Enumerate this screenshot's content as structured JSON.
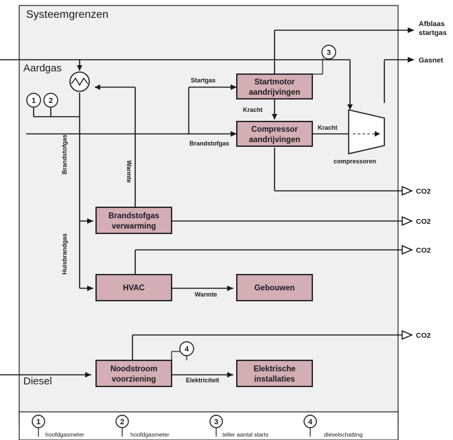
{
  "title": "Systeemgrenzen",
  "inputs": {
    "aardgas": "Aardgas",
    "diesel": "Diesel"
  },
  "outputs": {
    "afblaas_line1": "Afblaas",
    "afblaas_line2": "startgas",
    "gasnet": "Gasnet",
    "co2": [
      "CO2",
      "CO2",
      "CO2",
      "CO2"
    ]
  },
  "boxes": {
    "startmotor": [
      "Startmotor",
      "aandrijvingen"
    ],
    "compressor": [
      "Compressor",
      "aandrijvingen"
    ],
    "brandstofgas_verwarming": [
      "Brandstofgas",
      "verwarming"
    ],
    "hvac": [
      "HVAC"
    ],
    "gebouwen": [
      "Gebouwen"
    ],
    "noodstroom": [
      "Noodstroom",
      "voorziening"
    ],
    "elektrische": [
      "Elektrische",
      "installaties"
    ]
  },
  "flow_labels": {
    "startgas": "Startgas",
    "brandstofgas": "Brandstofgas",
    "kracht_vertical": "Kracht",
    "kracht_horizontal": "Kracht",
    "compressoren": "compressoren",
    "warmte_vertical": "Warmte",
    "brandstofgas_vertical": "Brandstofgas",
    "huisbrandgas_vertical": "Huisbrandgas",
    "warmte_horizontal": "Warmte",
    "elektriciteit": "Elektriciteit"
  },
  "meters": {
    "m1": "1",
    "m2": "2",
    "m3": "3",
    "m4": "4"
  },
  "legend": [
    {
      "num": "1",
      "text": "hoofdgasmeter"
    },
    {
      "num": "2",
      "text": "hoofdgasmeter"
    },
    {
      "num": "3",
      "text": "teller aantal starts"
    },
    {
      "num": "4",
      "text": "dieselschatting"
    }
  ]
}
